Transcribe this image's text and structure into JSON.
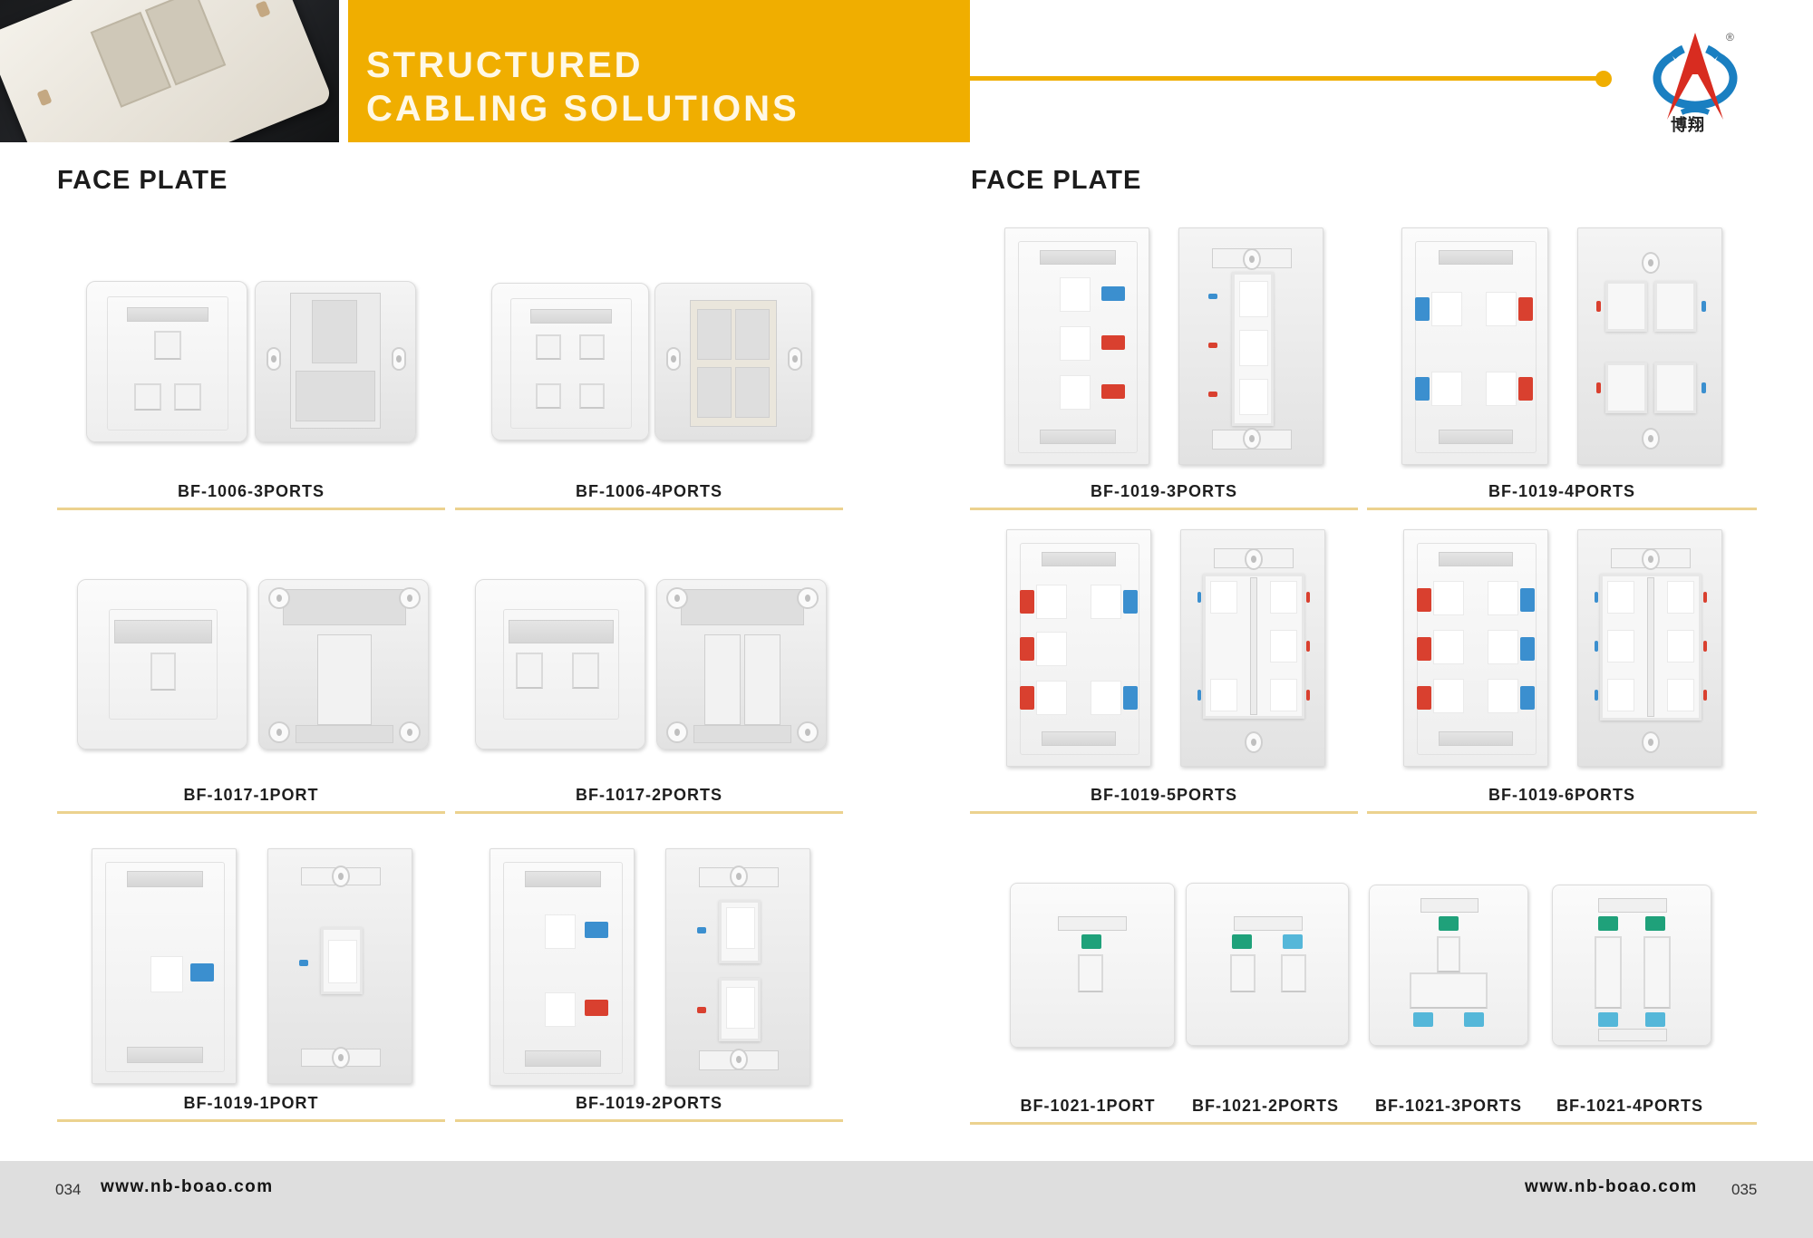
{
  "header": {
    "title_line1": "STRUCTURED",
    "title_line2": "CABLING SOLUTIONS",
    "logo_text": "博翔",
    "logo_registered": "®",
    "colors": {
      "accent": "#f0ae00",
      "logo_blue": "#1a7fc1",
      "logo_red": "#d82c20"
    }
  },
  "left_page": {
    "section_title": "FACE PLATE",
    "products": [
      {
        "label": "BF-1006-3PORTS"
      },
      {
        "label": "BF-1006-4PORTS"
      },
      {
        "label": "BF-1017-1PORT"
      },
      {
        "label": "BF-1017-2PORTS"
      },
      {
        "label": "BF-1019-1PORT"
      },
      {
        "label": "BF-1019-2PORTS"
      }
    ]
  },
  "right_page": {
    "section_title": "FACE PLATE",
    "products": [
      {
        "label": "BF-1019-3PORTS"
      },
      {
        "label": "BF-1019-4PORTS"
      },
      {
        "label": "BF-1019-5PORTS"
      },
      {
        "label": "BF-1019-6PORTS"
      }
    ],
    "series_1021": [
      {
        "label": "BF-1021-1PORT"
      },
      {
        "label": "BF-1021-2PORTS"
      },
      {
        "label": "BF-1021-3PORTS"
      },
      {
        "label": "BF-1021-4PORTS"
      }
    ]
  },
  "footer": {
    "left_page_number": "034",
    "left_website": "www.nb-boao.com",
    "right_website": "www.nb-boao.com",
    "right_page_number": "035"
  }
}
